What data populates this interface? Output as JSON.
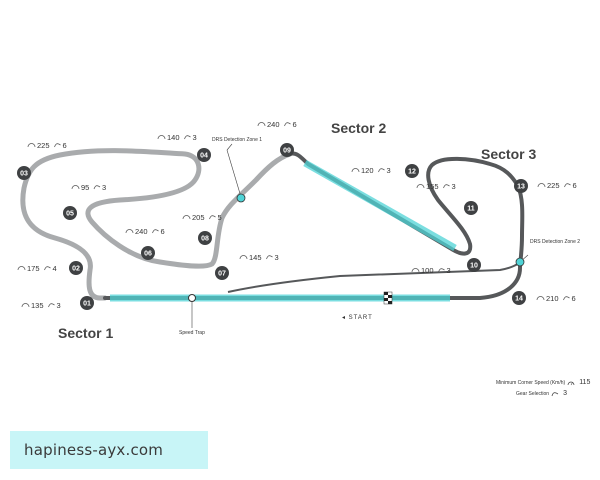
{
  "sectors": {
    "s1": "Sector 1",
    "s2": "Sector 2",
    "s3": "Sector 3"
  },
  "corners": [
    {
      "num": "01",
      "speed": "135",
      "gear": "3"
    },
    {
      "num": "02",
      "speed": "175",
      "gear": "4"
    },
    {
      "num": "03",
      "speed": "225",
      "gear": "6"
    },
    {
      "num": "04",
      "speed": "140",
      "gear": "3"
    },
    {
      "num": "05",
      "speed": "95",
      "gear": "3"
    },
    {
      "num": "06",
      "speed": "240",
      "gear": "6"
    },
    {
      "num": "07",
      "speed": "145",
      "gear": "3"
    },
    {
      "num": "08",
      "speed": "205",
      "gear": "5"
    },
    {
      "num": "09",
      "speed": "240",
      "gear": "6"
    },
    {
      "num": "10",
      "speed": "100",
      "gear": "3"
    },
    {
      "num": "11",
      "speed": "155",
      "gear": "3"
    },
    {
      "num": "12",
      "speed": "120",
      "gear": "3"
    },
    {
      "num": "13",
      "speed": "225",
      "gear": "6"
    },
    {
      "num": "14",
      "speed": "210",
      "gear": "6"
    }
  ],
  "labels": {
    "drs1": "DRS Detection Zone 1",
    "drs2": "DRS Detection Zone 2",
    "speed_trap": "Speed Trap",
    "start": "◂ START"
  },
  "legend": {
    "min_speed_label": "Minimum Corner Speed (Km/h)",
    "min_speed_value": "115",
    "gear_label": "Gear Selection",
    "gear_value": "3"
  },
  "watermark": "hapiness-ayx.com",
  "colors": {
    "track_dark": "#56585a",
    "track_light": "#a9abad",
    "drs_zone": "#4fd3d6",
    "marker": "#3f4143"
  }
}
